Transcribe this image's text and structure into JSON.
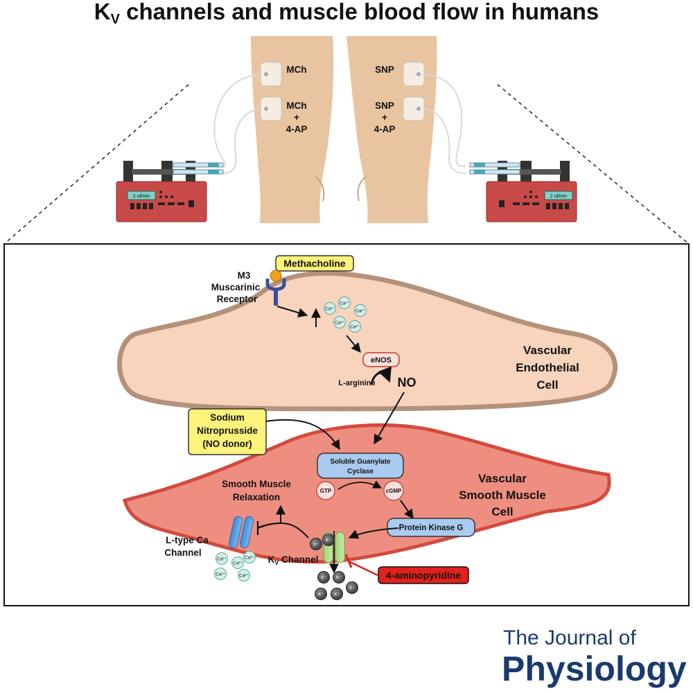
{
  "title": {
    "main_k": "K",
    "main_v": "V",
    "rest": " channels and muscle blood flow in humans"
  },
  "legs": {
    "left_top": "MCh",
    "left_bottom": [
      "MCh",
      "+",
      "4-AP"
    ],
    "right_top": "SNP",
    "right_bottom": [
      "SNP",
      "+",
      "4-AP"
    ]
  },
  "pump": {
    "display": "2 ul/min"
  },
  "diagram": {
    "methacholine": "Methacholine",
    "receptor": [
      "M3",
      "Muscarinic",
      "Receptor"
    ],
    "ca_label": "Ca²⁺",
    "k_label": "K⁺",
    "enos": "eNOS",
    "larginine": "L-arginine",
    "no": "NO",
    "endothelial": [
      "Vascular",
      "Endothelial",
      "Cell"
    ],
    "snp_box": [
      "Sodium",
      "Nitroprusside",
      "(NO donor)"
    ],
    "sgc": [
      "Soluble Guanylate",
      "Cyclase"
    ],
    "gtp": "GTP",
    "cgmp": "cGMP",
    "pkg": "Protein Kinase G",
    "smooth_cell": [
      "Vascular",
      "Smooth Muscle",
      "Cell"
    ],
    "relaxation": [
      "Smooth Muscle",
      "Relaxation"
    ],
    "ltype": [
      "L-type Ca",
      "Channel"
    ],
    "kv_k": "K",
    "kv_v": "V",
    "kv_rest": " Channel",
    "aminopyridine": "4-aminopyridine"
  },
  "journal": {
    "line1": "The Journal of",
    "line2": "Physiology"
  },
  "colors": {
    "skin": "#e8c4a0",
    "endothelial_fill": "#f8d4bc",
    "endothelial_border": "#b4917a",
    "smooth_fill": "#ee8e80",
    "smooth_border": "#d44a3e",
    "yellow_box": "#fdf27a",
    "red_box": "#e0221c",
    "blue_box": "#a9cbef",
    "journal": "#1a3a6e",
    "pump_body": "#c84a48"
  }
}
